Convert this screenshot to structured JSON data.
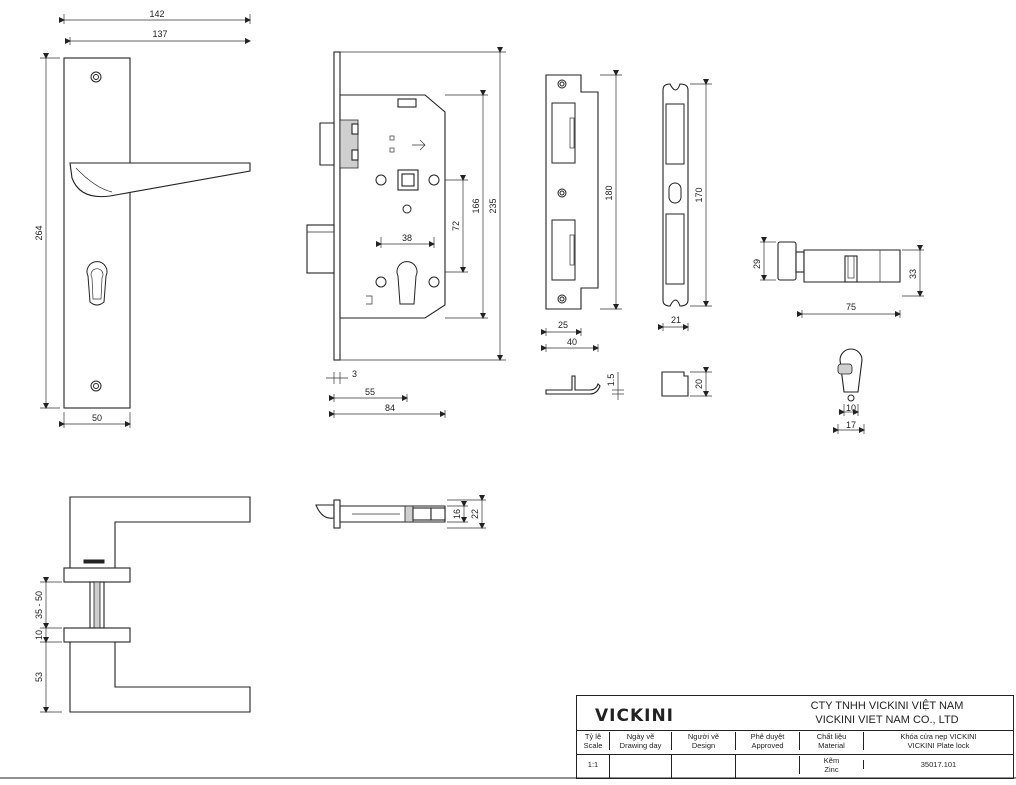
{
  "dims": {
    "plate_w_total": "142",
    "plate_w": "137",
    "plate_h": "264",
    "plate_bottom": "50",
    "body_h": "235",
    "spindle_h": "166",
    "center_dist": "72",
    "body_w": "38",
    "front_t": "3",
    "backset": "55",
    "body_d": "84",
    "strike_h": "180",
    "strike_w": "25",
    "strike_w2": "40",
    "strike_t": "1.5",
    "box_h": "170",
    "box_w": "21",
    "box_d": "20",
    "cyl_left": "29",
    "cyl_h": "33",
    "cyl_len": "75",
    "cyl_w1": "10",
    "cyl_w2": "17",
    "latch_a": "16",
    "latch_b": "22",
    "door_a": "35 - 50",
    "door_b": "10",
    "door_c": "53"
  },
  "title_block": {
    "logo": "VICKINI",
    "company_vn": "CTY TNHH VICKINI VIỆT NAM",
    "company_en": "VICKINI VIET NAM CO., LTD",
    "headers": [
      "Tỷ lệ\nScale",
      "Ngày vẽ\nDrawing day",
      "Người vẽ\nDesign",
      "Phê duyệt\nApproved",
      "Chất liệu\nMaterial",
      "Khóa cửa nẹp VICKINI\nVICKINI Plate lock"
    ],
    "scale": "1:1",
    "material": "Kẽm\nZinc",
    "code": "35017.101"
  }
}
